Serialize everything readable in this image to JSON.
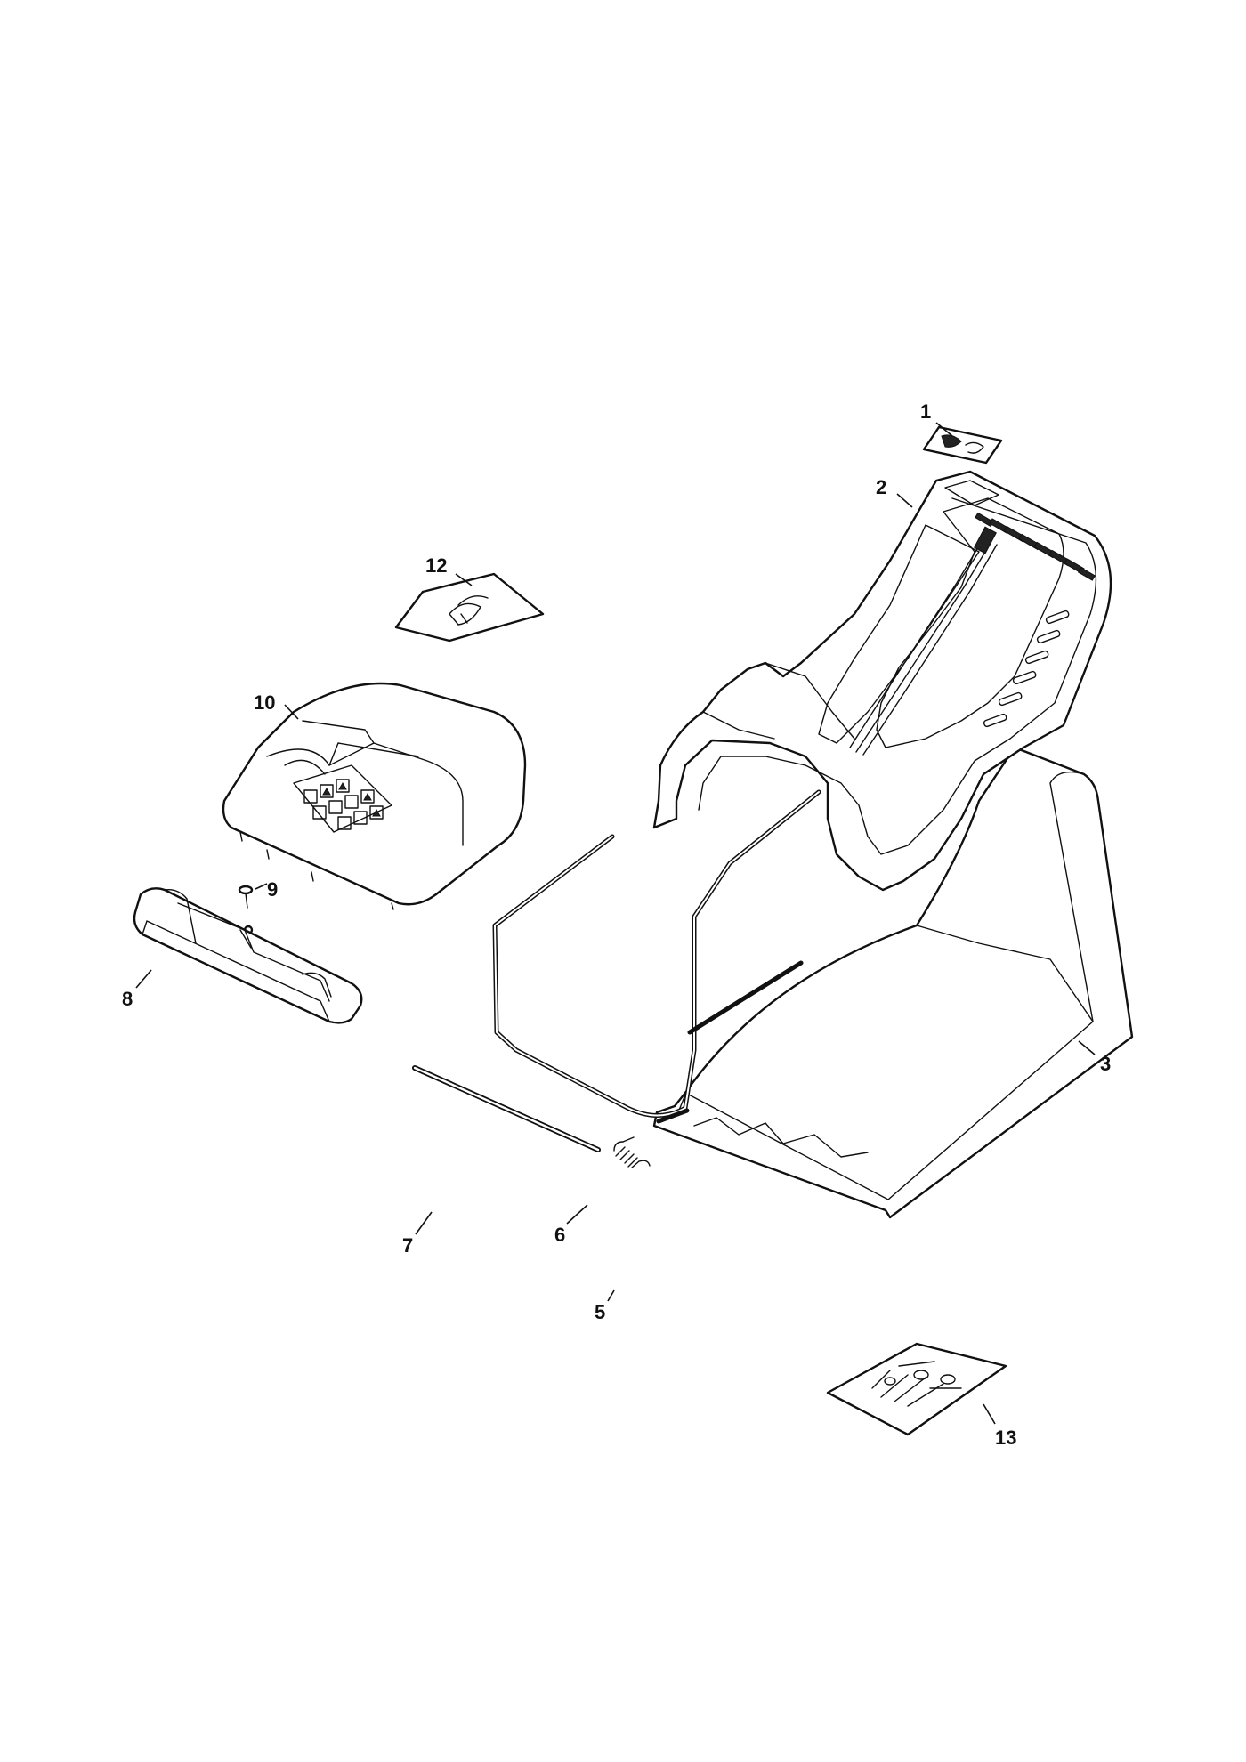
{
  "diagram": {
    "parts": [
      {
        "id": "1",
        "label": "1",
        "icon": "decal-label-icon"
      },
      {
        "id": "2",
        "label": "2",
        "icon": "grass-bag-top-frame-icon"
      },
      {
        "id": "3",
        "label": "3",
        "icon": "grass-bag-fabric-icon"
      },
      {
        "id": "5",
        "label": "5",
        "icon": "spring-icon"
      },
      {
        "id": "6",
        "label": "6",
        "icon": "bag-frame-rod-icon"
      },
      {
        "id": "7",
        "label": "7",
        "icon": "axle-rod-icon"
      },
      {
        "id": "8",
        "label": "8",
        "icon": "rear-flap-icon"
      },
      {
        "id": "9",
        "label": "9",
        "icon": "screw-icon"
      },
      {
        "id": "10",
        "label": "10",
        "icon": "rear-cover-icon"
      },
      {
        "id": "12",
        "label": "12",
        "icon": "decal-sheet-icon"
      },
      {
        "id": "13",
        "label": "13",
        "icon": "hardware-bag-icon"
      }
    ]
  }
}
